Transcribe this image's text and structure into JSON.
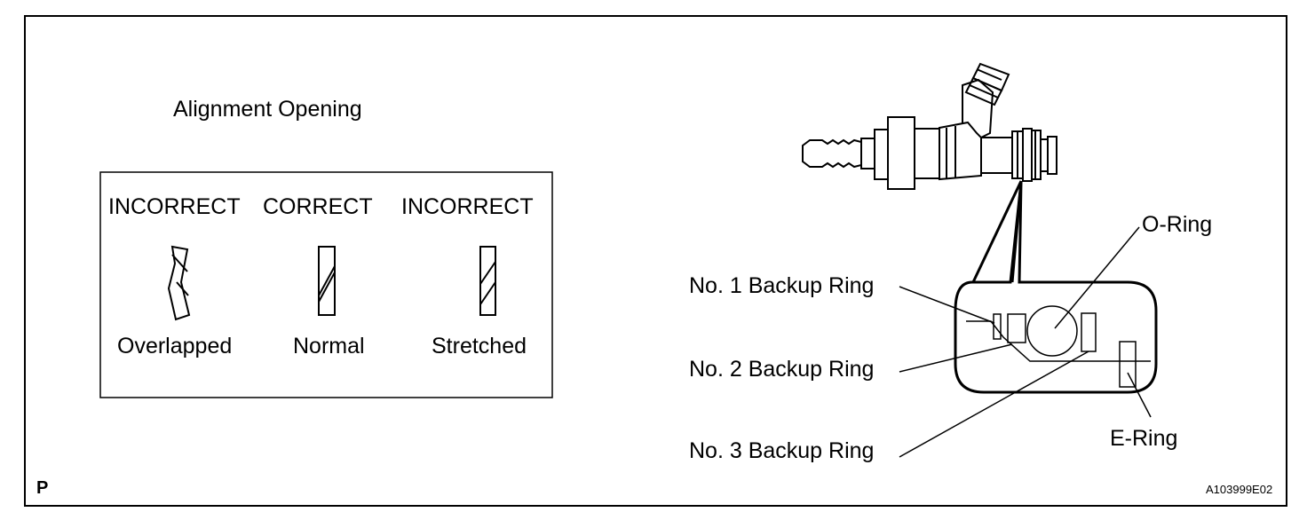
{
  "left_panel": {
    "heading": "Alignment Opening",
    "columns": [
      {
        "status": "INCORRECT",
        "caption": "Overlapped"
      },
      {
        "status": "CORRECT",
        "caption": "Normal"
      },
      {
        "status": "INCORRECT",
        "caption": "Stretched"
      }
    ]
  },
  "right_panel": {
    "labels": {
      "o_ring": "O-Ring",
      "backup_1": "No. 1 Backup Ring",
      "backup_2": "No. 2 Backup Ring",
      "backup_3": "No. 3 Backup Ring",
      "e_ring": "E-Ring"
    }
  },
  "footer": {
    "figure_id": "A103999E02",
    "corner_mark": "P"
  }
}
